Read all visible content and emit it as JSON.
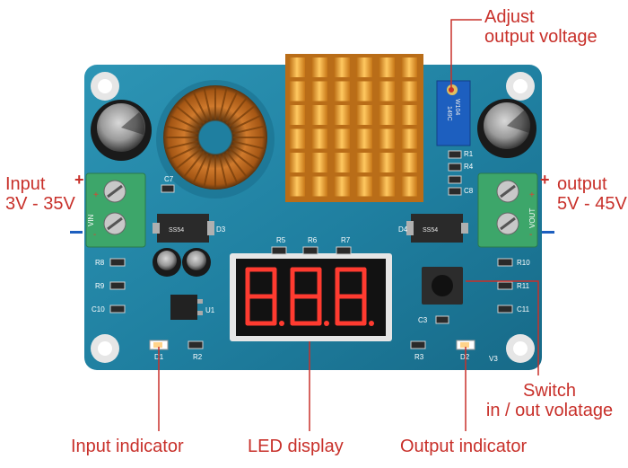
{
  "labels": {
    "adjust_voltage": [
      "Adjust",
      "output voltage"
    ],
    "input": [
      "Input",
      "3V - 35V"
    ],
    "output": [
      "output",
      "5V - 45V"
    ],
    "switch": [
      "Switch",
      "in / out volatage"
    ],
    "input_indicator": "Input indicator",
    "led_display": "LED display",
    "output_indicator": "Output indicator"
  },
  "board_markings": {
    "display_digits": [
      "8.",
      "8.",
      "8."
    ],
    "plus": "+",
    "minus": "-",
    "vin": "VIN",
    "vout": "VOUT",
    "trimmer_code": "W104",
    "trimmer_code2": "149C",
    "diode_code": "SS54",
    "refs": {
      "d1": "D1",
      "d2": "D2",
      "d3": "D3",
      "d4": "D4",
      "r1": "R1",
      "r2": "R2",
      "r3": "R3",
      "r4": "R4",
      "r5": "R5",
      "r6": "R6",
      "r7": "R7",
      "r8": "R8",
      "r9": "R9",
      "r10": "R10",
      "r11": "R11",
      "c3": "C3",
      "c7": "C7",
      "c8": "C8",
      "c10": "C10",
      "c11": "C11",
      "u1": "U1",
      "v3": "V3"
    }
  },
  "colors": {
    "label_red": "#c8302a",
    "pcb_blue": "#1f7fa0",
    "heatsink_gold": "#e89a2a",
    "terminal_green": "#3da66a",
    "led_red": "#ff3b30",
    "wire_blue": "#1d5fbf"
  }
}
